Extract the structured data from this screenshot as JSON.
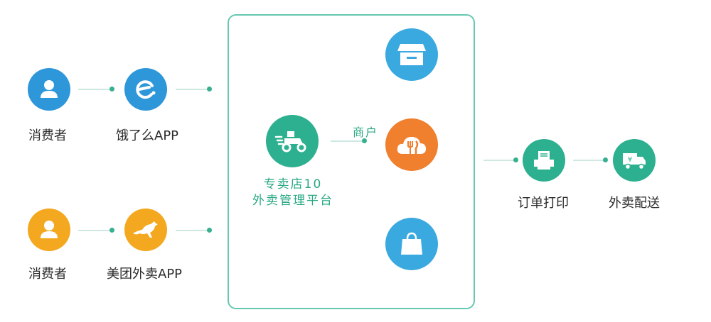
{
  "left": {
    "top_row": {
      "user_label": "消费者",
      "app_label": "饿了么APP"
    },
    "bottom_row": {
      "user_label": "消费者",
      "app_label": "美团外卖APP"
    }
  },
  "platform": {
    "line1": "专卖店10",
    "line2": "外卖管理平台",
    "merchant_label": "商户"
  },
  "right": {
    "print_label": "订单打印",
    "delivery_label": "外卖配送"
  },
  "colors": {
    "blue": "#2d97d9",
    "light_blue": "#39a9e0",
    "orange_yellow": "#f3a81f",
    "teal": "#2db08f",
    "orange": "#f07f2e",
    "line": "#cfe9e2",
    "dot": "#36b08f",
    "frame": "#66c8b0"
  }
}
